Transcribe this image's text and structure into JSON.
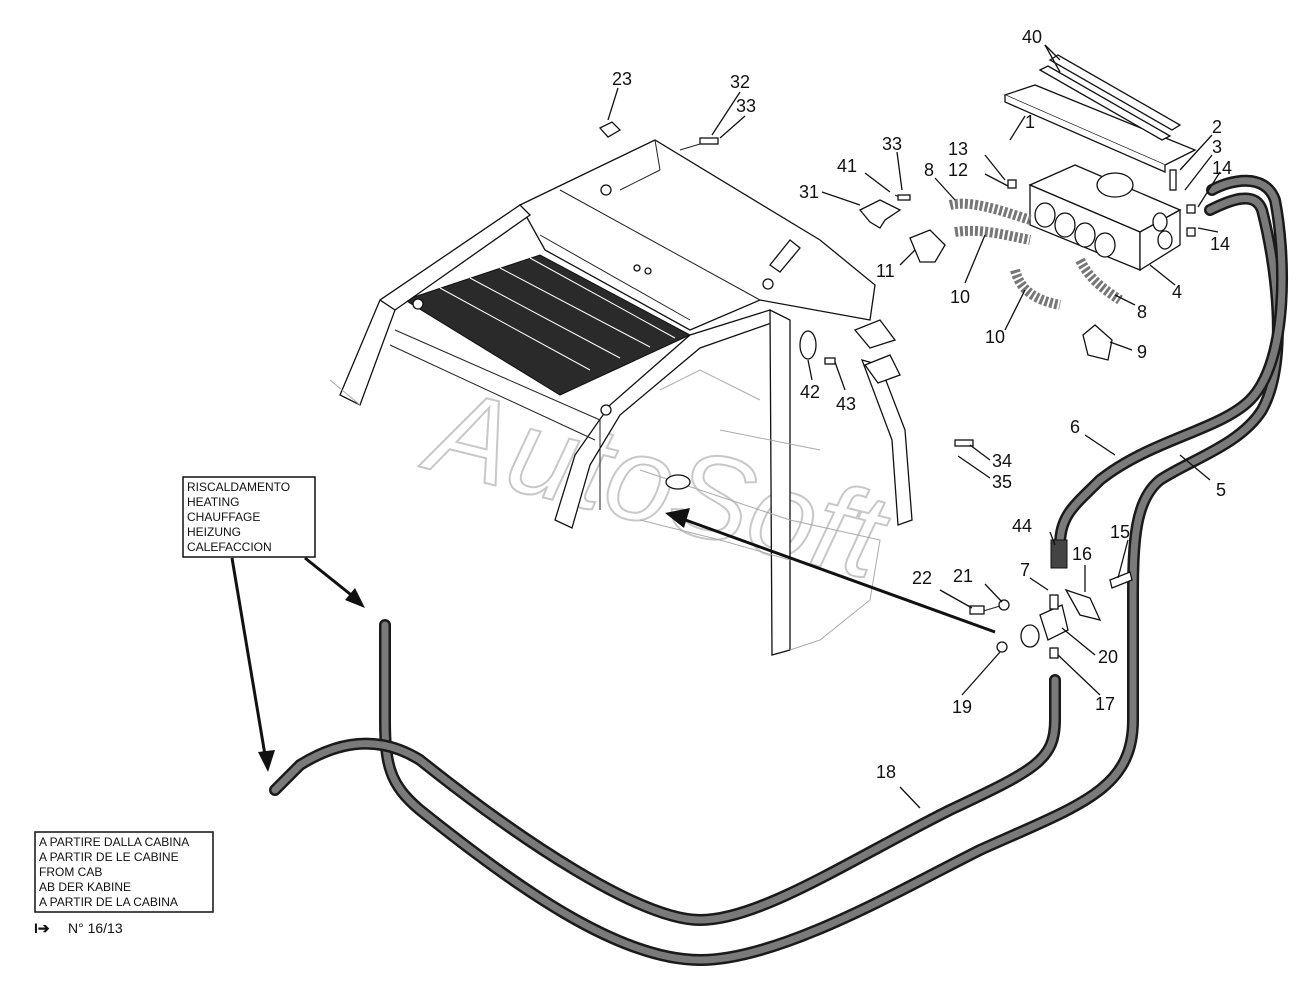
{
  "watermark": "AutoSoft",
  "legend_box": {
    "lines": [
      "RISCALDAMENTO",
      "HEATING",
      "CHAUFFAGE",
      "HEIZUNG",
      "CALEFACCION"
    ]
  },
  "from_cab_box": {
    "lines": [
      "A PARTIRE DALLA CABINA",
      "A PARTIR DE LE CABINE",
      "FROM CAB",
      "AB DER KABINE",
      "A PARTIR DE LA CABINA"
    ]
  },
  "reference": {
    "arrow_glyph": "I➔",
    "text": "N° 16/13"
  },
  "callouts": [
    {
      "id": "c40",
      "label": "40"
    },
    {
      "id": "c23",
      "label": "23"
    },
    {
      "id": "c32",
      "label": "32"
    },
    {
      "id": "c33a",
      "label": "33"
    },
    {
      "id": "c33b",
      "label": "33"
    },
    {
      "id": "c41",
      "label": "41"
    },
    {
      "id": "c31",
      "label": "31"
    },
    {
      "id": "c1",
      "label": "1"
    },
    {
      "id": "c2",
      "label": "2"
    },
    {
      "id": "c3",
      "label": "3"
    },
    {
      "id": "c14a",
      "label": "14"
    },
    {
      "id": "c14b",
      "label": "14"
    },
    {
      "id": "c13",
      "label": "13"
    },
    {
      "id": "c12",
      "label": "12"
    },
    {
      "id": "c8a",
      "label": "8"
    },
    {
      "id": "c8b",
      "label": "8"
    },
    {
      "id": "c11",
      "label": "11"
    },
    {
      "id": "c10a",
      "label": "10"
    },
    {
      "id": "c10b",
      "label": "10"
    },
    {
      "id": "c4",
      "label": "4"
    },
    {
      "id": "c9",
      "label": "9"
    },
    {
      "id": "c42",
      "label": "42"
    },
    {
      "id": "c43",
      "label": "43"
    },
    {
      "id": "c6",
      "label": "6"
    },
    {
      "id": "c5",
      "label": "5"
    },
    {
      "id": "c34",
      "label": "34"
    },
    {
      "id": "c35",
      "label": "35"
    },
    {
      "id": "c44",
      "label": "44"
    },
    {
      "id": "c15",
      "label": "15"
    },
    {
      "id": "c16",
      "label": "16"
    },
    {
      "id": "c7",
      "label": "7"
    },
    {
      "id": "c22",
      "label": "22"
    },
    {
      "id": "c21",
      "label": "21"
    },
    {
      "id": "c20",
      "label": "20"
    },
    {
      "id": "c19",
      "label": "19"
    },
    {
      "id": "c17",
      "label": "17"
    },
    {
      "id": "c18",
      "label": "18"
    }
  ]
}
